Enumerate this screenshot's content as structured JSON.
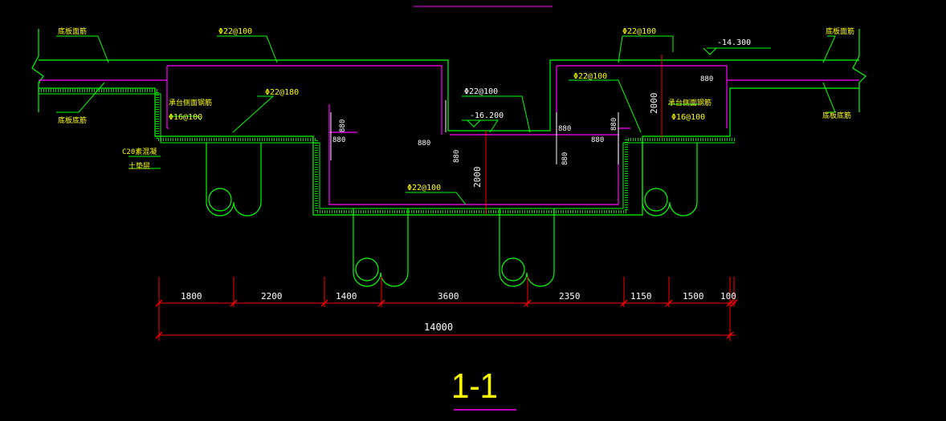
{
  "drawing": {
    "section_title": "1-1",
    "colors": {
      "background": "#000000",
      "concrete_outline": "#00ff00",
      "rebar": "#ff00ff",
      "dimension": "#ff0000",
      "label_yellow": "#ffff00",
      "label_white": "#ffffff",
      "annotation_green": "#00ff00"
    },
    "labels": {
      "top_left_top_bars": "底板面筋",
      "top_left_bottom_bars": "底板底筋",
      "right_top_bars": "底板面筋",
      "right_bottom_bars": "底板底筋",
      "bar_left_top": "Φ22@100",
      "bar_right_top": "Φ22@100",
      "bar_mid_top": "Φ22@100",
      "bar_mid_pit": "Φ22@100",
      "bar_left_side": "Φ22@180",
      "bar_right_side": "Φ22@100",
      "side_rebar_left": "承台侧面钢筋",
      "side_rebar_left_spec": "Φ16@100",
      "side_rebar_right": "承台侧面钢筋",
      "side_rebar_right_spec": "Φ16@100",
      "c20_cushion": "C20素混凝",
      "c20_cushion_2": "土垫层",
      "elev_top": "-14.300",
      "elev_mid": "-16.200",
      "dim_880_a": "880",
      "dim_880_b": "880",
      "dim_880_c": "880",
      "dim_880_d": "880",
      "dim_880_e": "880",
      "dim_880_f": "880",
      "dim_880_g": "880",
      "dim_880_h": "880",
      "dim_880_i": "880",
      "dim_2000_left": "2000",
      "dim_2000_right": "2000"
    },
    "bottom_dims": [
      "1800",
      "2200",
      "1400",
      "3600",
      "2350",
      "1150",
      "1500",
      "100"
    ],
    "total_dim": "14000"
  }
}
